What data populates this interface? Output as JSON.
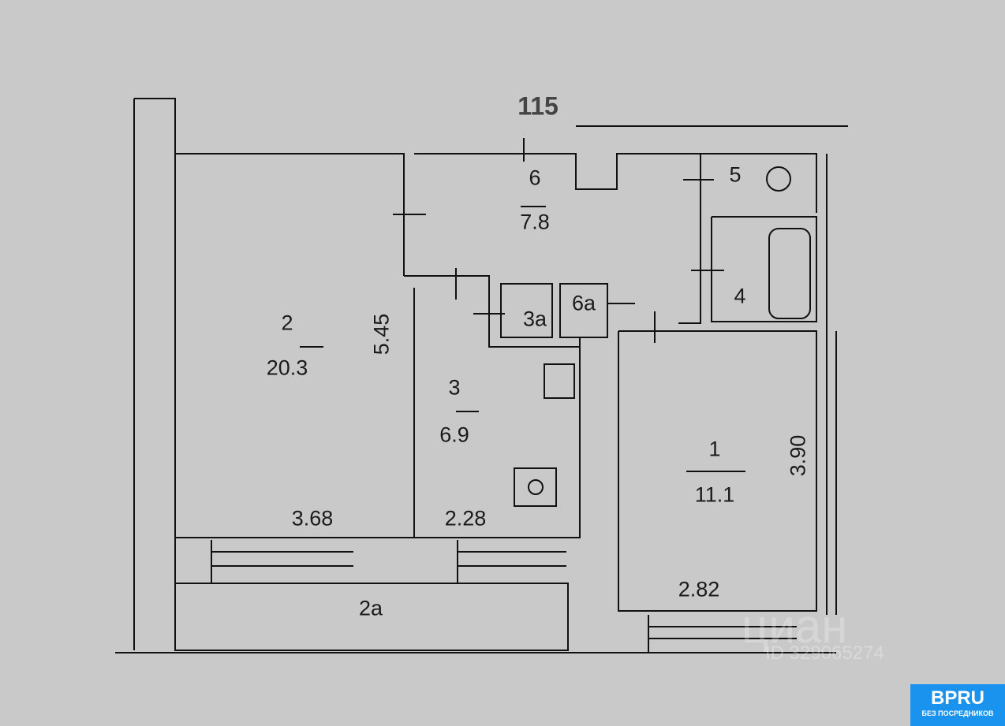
{
  "plan": {
    "number": "115",
    "rooms": [
      {
        "id": "1",
        "area": "11.1"
      },
      {
        "id": "2",
        "area": "20.3"
      },
      {
        "id": "3",
        "area": "6.9"
      },
      {
        "id": "6",
        "area": "7.8"
      }
    ],
    "small_labels": {
      "r3a": "3а",
      "r6a": "6а",
      "r5": "5",
      "r4": "4",
      "r2a": "2а"
    },
    "dimensions": {
      "d545": "5.45",
      "d368": "3.68",
      "d228": "2.28",
      "d282": "2.82",
      "d390": "3.90"
    }
  },
  "watermark": {
    "brand": "циан",
    "id": "ID 329065274"
  },
  "badge": {
    "title": "BPRU",
    "subtitle": "БЕЗ ПОСРЕДНИКОВ",
    "color": "#1a93ee"
  }
}
